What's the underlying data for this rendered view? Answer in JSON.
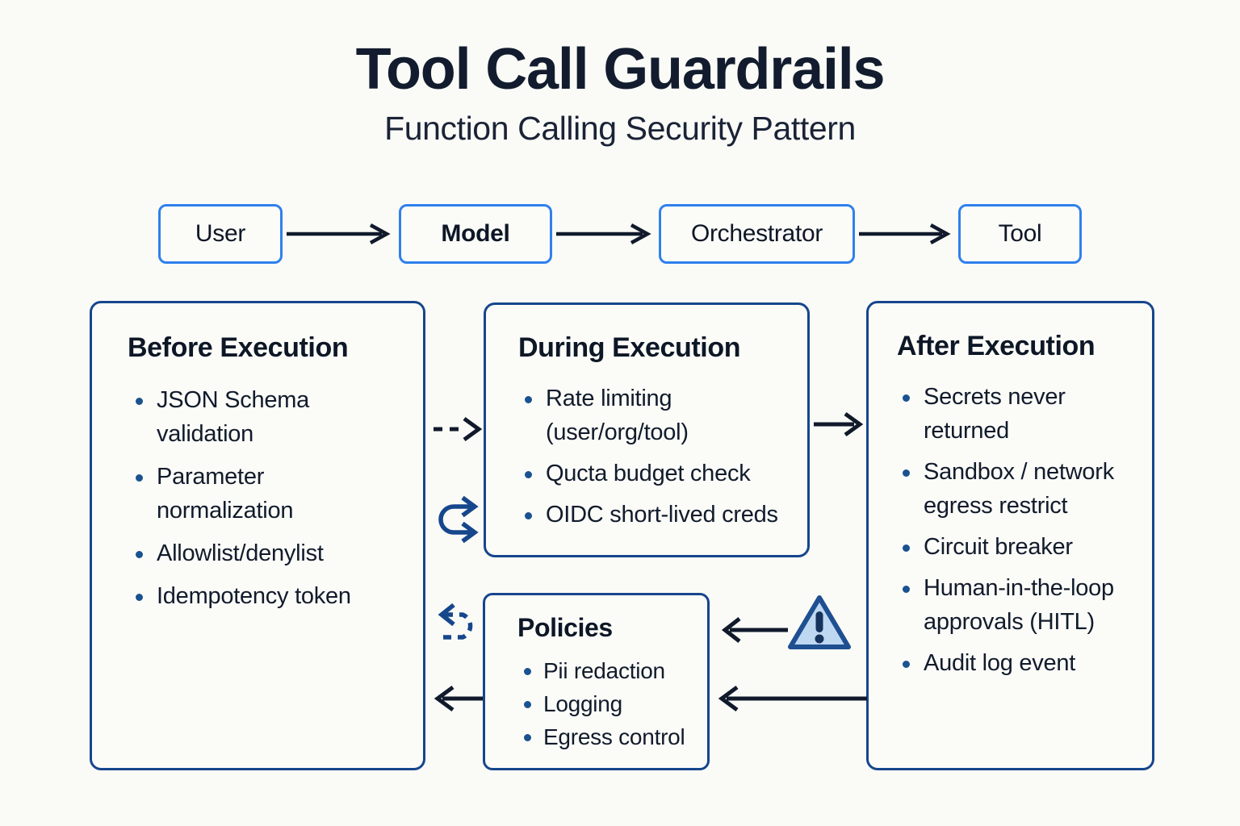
{
  "header": {
    "title": "Tool Call Guardrails",
    "subtitle": "Function Calling Security Pattern"
  },
  "colors": {
    "background": "#FAFAF7",
    "flow_node_border": "#2F80ED",
    "panel_border": "#16468C",
    "bullet": "#1A5290",
    "text": "#111B2B",
    "title": "#121C2E",
    "arrow_dark": "#101A2B",
    "arrow_blue": "#16468C",
    "warning_fill": "#BFD8F2",
    "warning_border": "#1E4F91"
  },
  "flow": {
    "nodes": [
      {
        "id": "user",
        "label": "User",
        "emphasis": false
      },
      {
        "id": "model",
        "label": "Model",
        "emphasis": true
      },
      {
        "id": "orchestrator",
        "label": "Orchestrator",
        "emphasis": false
      },
      {
        "id": "tool",
        "label": "Tool",
        "emphasis": false
      }
    ],
    "arrows": [
      {
        "id": "user-to-model",
        "style": "solid",
        "direction": "right"
      },
      {
        "id": "model-to-orchestrator",
        "style": "solid",
        "direction": "right"
      },
      {
        "id": "orchestrator-to-tool",
        "style": "solid",
        "direction": "right"
      }
    ]
  },
  "panels": {
    "before": {
      "title": "Before Execution",
      "items": [
        "JSON Schema validation",
        "Parameter normalization",
        "Allowlist/denylist",
        "Idempotency token"
      ]
    },
    "during": {
      "title": "During Execution",
      "items": [
        "Rate limiting (user/org/tool)",
        "Qucta budget check",
        "OIDC short-lived creds"
      ]
    },
    "after": {
      "title": "After Execution",
      "items": [
        "Secrets never returned",
        "Sandbox / network egress restrict",
        "Circuit breaker",
        "Human-in-the-loop approvals (HITL)",
        "Audit log event"
      ]
    },
    "policies": {
      "title": "Policies",
      "items": [
        "Pii redaction",
        "Logging",
        "Egress control"
      ]
    }
  },
  "connectors": [
    {
      "id": "before-to-during",
      "style": "dashed",
      "direction": "right",
      "color": "#101A2B"
    },
    {
      "id": "during-retry-loop",
      "style": "solid",
      "direction": "right",
      "color": "#16468C",
      "icon": "loop-arrow-icon"
    },
    {
      "id": "during-to-after",
      "style": "solid",
      "direction": "right",
      "color": "#101A2B"
    },
    {
      "id": "policies-to-before-loop",
      "style": "dashed",
      "direction": "left",
      "color": "#16468C",
      "icon": "dashed-loop-arrow-icon"
    },
    {
      "id": "warning-to-policies",
      "style": "solid",
      "direction": "left",
      "color": "#101A2B"
    },
    {
      "id": "policies-to-before",
      "style": "solid",
      "direction": "left",
      "color": "#101A2B"
    },
    {
      "id": "after-to-policies",
      "style": "solid",
      "direction": "left",
      "color": "#101A2B"
    }
  ],
  "warning": {
    "icon": "warning-triangle-icon",
    "glyph": "!"
  }
}
